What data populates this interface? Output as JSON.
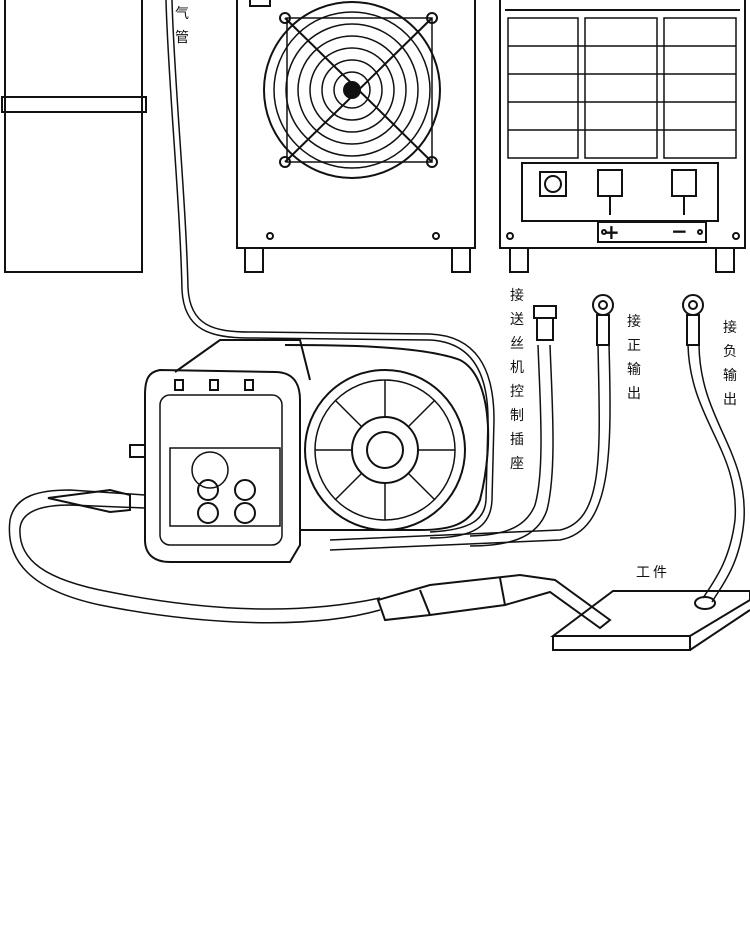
{
  "labels": {
    "gas_hose": "气管",
    "feeder_control_socket": "接送丝机控制插座",
    "positive_output": "接正输出",
    "negative_output": "接负输出",
    "workpiece": "工件"
  },
  "terminals": {
    "plus": "+",
    "minus": "−"
  },
  "colors": {
    "line": "#111111",
    "background": "#ffffff"
  }
}
